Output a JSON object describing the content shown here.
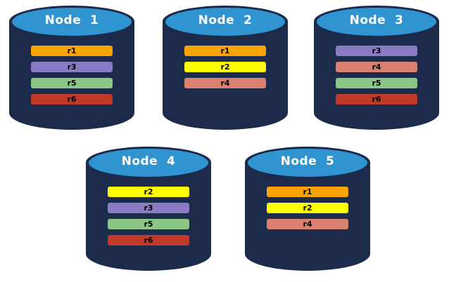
{
  "colors": {
    "background": "#FFFFFF",
    "cylinder_body": "#1C2A4B",
    "cylinder_top": "#3094D1",
    "node_label_text": "#FFFFFF",
    "replica_label_text": "#000000"
  },
  "replica_colors": {
    "r1": "#F9A404",
    "r2": "#FDFF00",
    "r3": "#8A7BC3",
    "r4": "#D8816E",
    "r5": "#8CC687",
    "r6": "#C03A2A"
  },
  "nodes": [
    {
      "label": "Node  1",
      "replicas": [
        "r1",
        "r3",
        "r5",
        "r6"
      ]
    },
    {
      "label": "Node  2",
      "replicas": [
        "r1",
        "r2",
        "r4"
      ]
    },
    {
      "label": "Node  3",
      "replicas": [
        "r3",
        "r4",
        "r5",
        "r6"
      ]
    },
    {
      "label": "Node  4",
      "replicas": [
        "r2",
        "r3",
        "r5",
        "r6"
      ]
    },
    {
      "label": "Node  5",
      "replicas": [
        "r1",
        "r2",
        "r4"
      ]
    }
  ]
}
